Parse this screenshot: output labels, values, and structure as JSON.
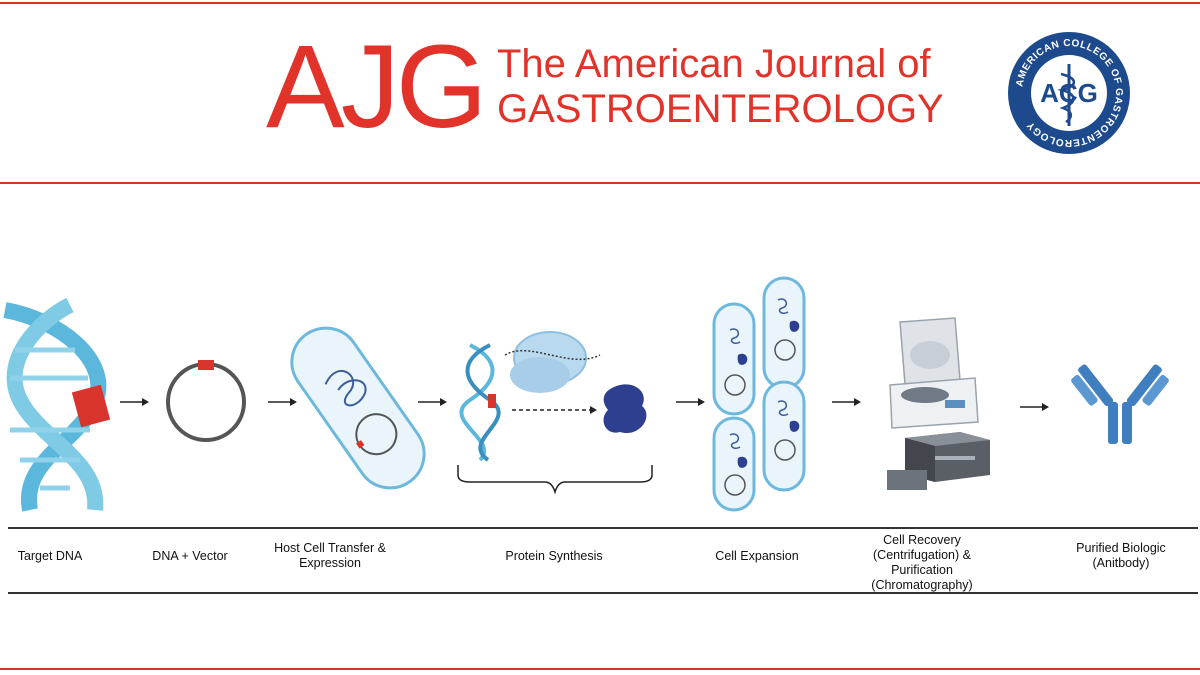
{
  "header": {
    "logo_text": "AJG",
    "journal_line_1": "The American Journal of",
    "journal_line_2": "GASTROENTEROLOGY",
    "seal_text": "AMERICAN COLLEGE OF GASTROENTEROLOGY",
    "seal_monogram": "ACG"
  },
  "diagram": {
    "steps": [
      {
        "label": "Target DNA"
      },
      {
        "label": "DNA + Vector"
      },
      {
        "label": "Host Cell Transfer & Expression"
      },
      {
        "label": "Protein Synthesis"
      },
      {
        "label": "Cell Expansion"
      },
      {
        "label": "Cell Recovery (Centrifugation) & Purification (Chromatography)"
      },
      {
        "label": "Purified Biologic (Anitbody)"
      }
    ]
  },
  "colors": {
    "brand_red": "#e2332b",
    "seal_blue": "#1d4a8c",
    "dna_blue": "#5bb8dc",
    "protein_navy": "#2e3f8f",
    "vector_red": "#d9342b",
    "antibody_blue": "#3f7fbf"
  }
}
